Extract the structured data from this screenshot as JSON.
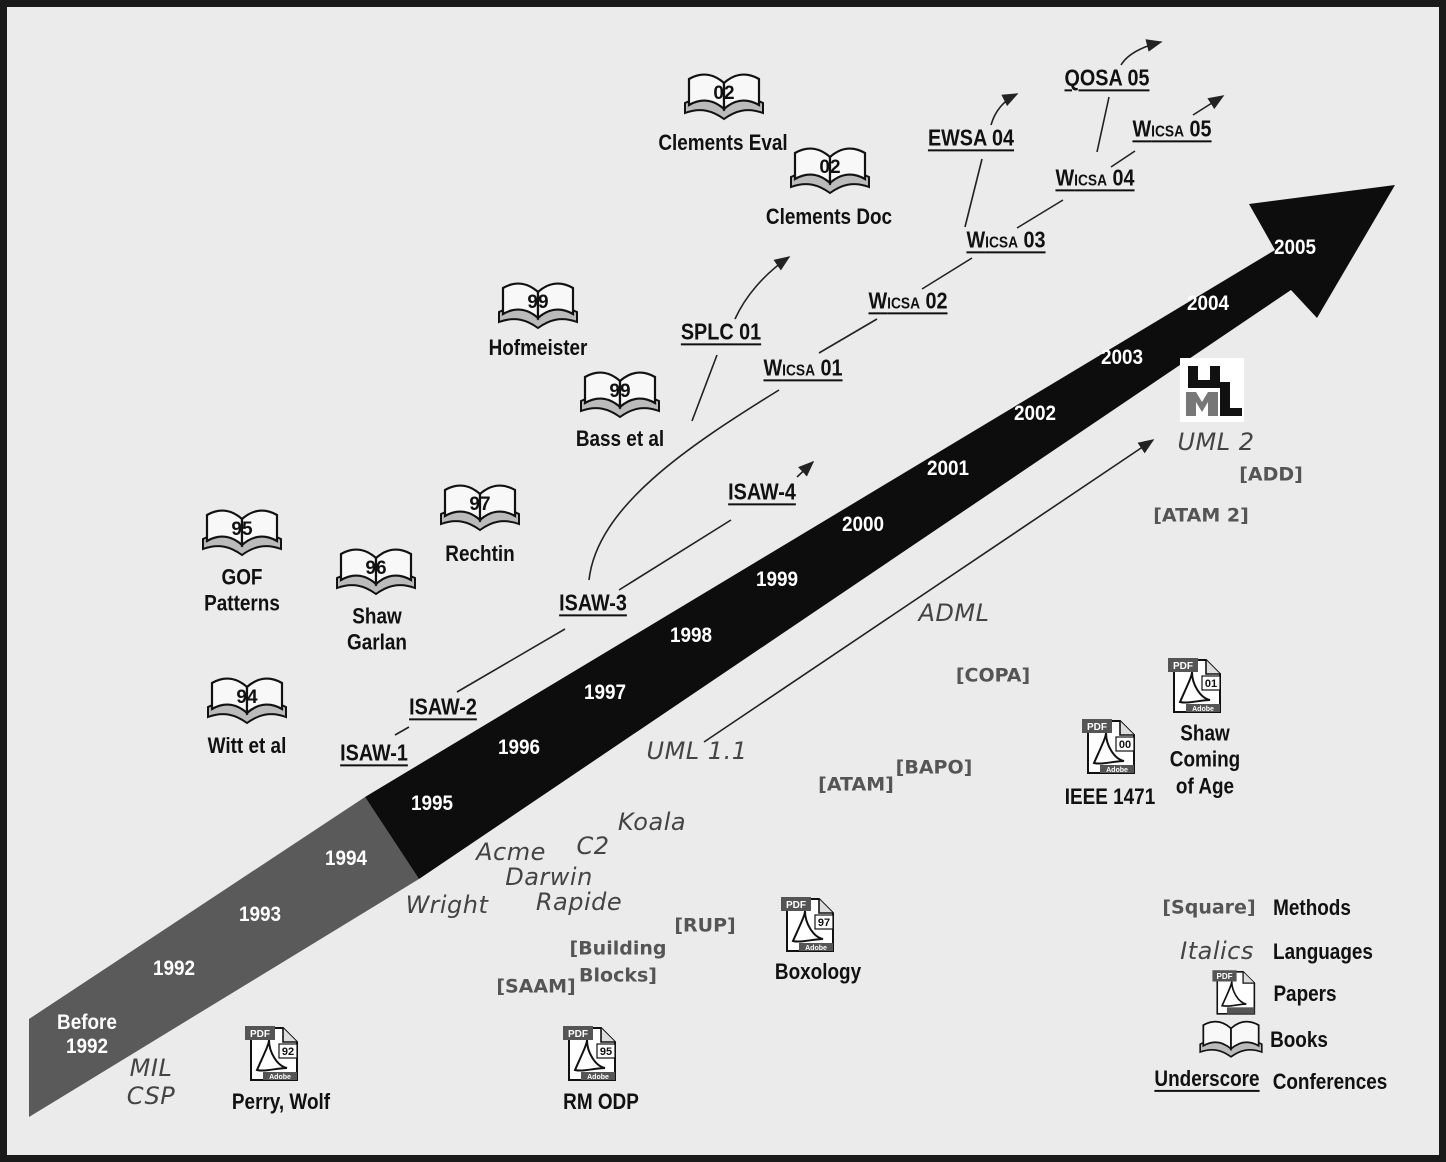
{
  "timeline": {
    "years": [
      "Before\n1992",
      "1992",
      "1993",
      "1994",
      "1995",
      "1996",
      "1997",
      "1998",
      "1999",
      "2000",
      "2001",
      "2002",
      "2003",
      "2004",
      "2005"
    ]
  },
  "books": [
    {
      "year": "95",
      "caption": "GOF\nPatterns"
    },
    {
      "year": "94",
      "caption": "Witt et al"
    },
    {
      "year": "96",
      "caption": "Shaw\nGarlan"
    },
    {
      "year": "97",
      "caption": "Rechtin"
    },
    {
      "year": "99",
      "caption": "Hofmeister"
    },
    {
      "year": "99",
      "caption": "Bass et al"
    },
    {
      "year": "02",
      "caption": "Clements Eval"
    },
    {
      "year": "02",
      "caption": "Clements Doc"
    }
  ],
  "conferences": {
    "isaw1": "ISAW-1",
    "isaw2": "ISAW-2",
    "isaw3": "ISAW-3",
    "isaw4": "ISAW-4",
    "splc01": "SPLC 01",
    "ewsa04": "EWSA 04",
    "qosa05": "QOSA 05",
    "wicsa_prefix": "W",
    "wicsa_small": "ICSA",
    "wicsa01": " 01",
    "wicsa02": " 02",
    "wicsa03": " 03",
    "wicsa04": " 04",
    "wicsa05": " 05"
  },
  "papers": [
    {
      "year": "92",
      "caption": "Perry, Wolf"
    },
    {
      "year": "95",
      "caption": "RM ODP"
    },
    {
      "year": "97",
      "caption": "Boxology"
    },
    {
      "year": "00",
      "caption": "IEEE 1471"
    },
    {
      "year": "01",
      "caption": "Shaw\nComing\nof Age"
    }
  ],
  "languages": {
    "mil": "MIL",
    "csp": "CSP",
    "wright": "Wright",
    "acme": "Acme",
    "c2": "C2",
    "koala": "Koala",
    "darwin": "Darwin",
    "rapide": "Rapide",
    "uml11": "UML 1.1",
    "adml": "ADML",
    "uml2": "UML 2"
  },
  "methods": {
    "saam": "[SAAM]",
    "building_blocks": "[Building\nBlocks]",
    "rup": "[RUP]",
    "atam": "[ATAM]",
    "bapo": "[BAPO]",
    "copa": "[COPA]",
    "atam2": "[ATAM 2]",
    "add": "[ADD]"
  },
  "pdf_badge": "PDF",
  "pdf_brand": "Adobe",
  "uml_logo": "UML",
  "legend": {
    "square_key": "[Square]",
    "square_label": "Methods",
    "italics_key": "Italics",
    "italics_label": "Languages",
    "papers_label": "Papers",
    "books_label": "Books",
    "underscore_key": "Underscore",
    "underscore_label": "Conferences"
  }
}
